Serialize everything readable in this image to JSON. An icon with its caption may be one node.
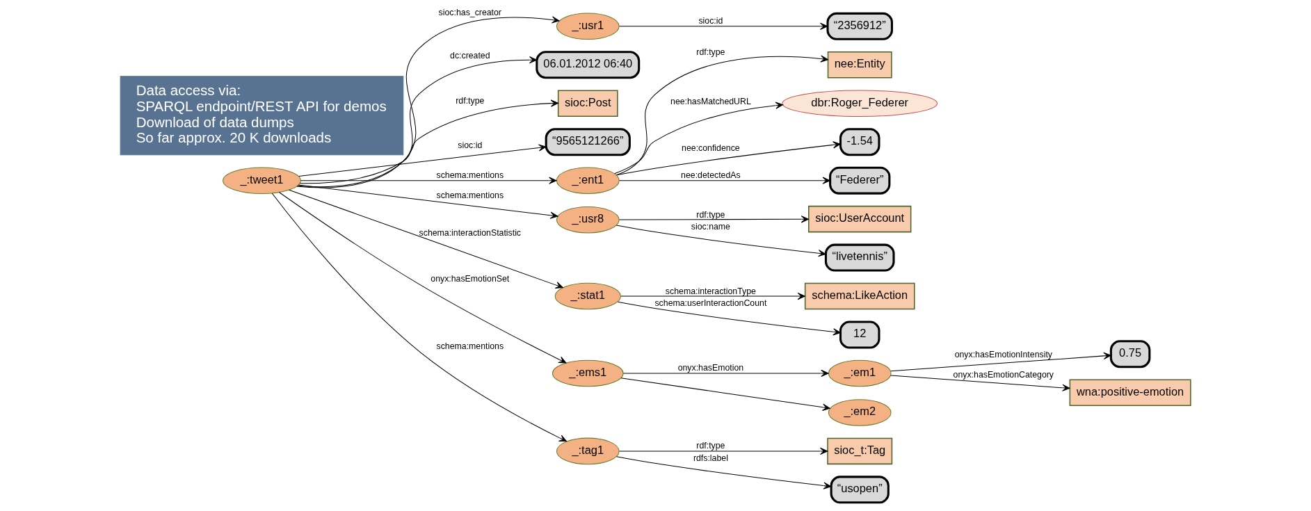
{
  "diagram": {
    "nodes": [
      {
        "text": [
          "“2356912”"
        ]
      },
      {
        "text": [
          "_:usr1"
        ]
      },
      {
        "text": [
          "06.01.2012 06:40"
        ]
      },
      {
        "text": [
          "sioc:Post"
        ]
      },
      {
        "text": [
          "“9565121266”"
        ]
      },
      {
        "text": [
          "_:tweet1"
        ]
      },
      {
        "text": [
          "nee:Entity"
        ]
      },
      {
        "text": [
          "dbr:Roger_Federer"
        ]
      },
      {
        "text": [
          "_:ent1"
        ]
      },
      {
        "text": [
          "-1.54"
        ]
      },
      {
        "text": [
          "“Federer”"
        ]
      },
      {
        "text": [
          "sioc:UserAccount"
        ]
      },
      {
        "text": [
          "_:usr8"
        ]
      },
      {
        "text": [
          "“livetennis”"
        ]
      },
      {
        "text": [
          "_:stat1"
        ]
      },
      {
        "text": [
          "_:ems1"
        ]
      },
      {
        "text": [
          "schema:LikeAction"
        ]
      },
      {
        "text": [
          "sioc_t:Tag"
        ]
      },
      {
        "text": [
          "_:tag1"
        ]
      },
      {
        "text": [
          "“usopen”"
        ]
      },
      {
        "text": [
          "_:em1"
        ]
      },
      {
        "text": [
          "_:em2"
        ]
      },
      {
        "text": [
          "12"
        ]
      },
      {
        "text": [
          "0.75"
        ]
      },
      {
        "text": [
          "wna:positive-emotion"
        ]
      },
      {
        "text": [
          "Data access via:",
          "SPARQL endpoint/REST API for demos",
          "Download of data dumps",
          "So far approx. 20 K downloads"
        ]
      }
    ],
    "edges": [
      {
        "from": 1,
        "to": 0,
        "arrow": "to",
        "label": "sioc:id"
      },
      {
        "from": 5,
        "to": 1,
        "arrow": "to",
        "label": "sioc:has_creator"
      },
      {
        "from": 5,
        "to": 2,
        "arrow": "to",
        "label": "dc:created"
      },
      {
        "from": 5,
        "to": 3,
        "arrow": "to",
        "label": "rdf:type"
      },
      {
        "from": 5,
        "to": 4,
        "arrow": "to",
        "label": "sioc:id"
      },
      {
        "from": 8,
        "to": 6,
        "arrow": "to",
        "label": "rdf:type"
      },
      {
        "from": 8,
        "to": 7,
        "arrow": "to",
        "label": "nee:hasMatchedURL"
      },
      {
        "from": 8,
        "to": 9,
        "arrow": "to",
        "label": "nee:confidence"
      },
      {
        "from": 8,
        "to": 10,
        "arrow": "to",
        "label": "nee:detectedAs"
      },
      {
        "from": 5,
        "to": 8,
        "arrow": "to",
        "label": "schema:mentions"
      },
      {
        "from": 12,
        "to": 11,
        "arrow": "to",
        "label": "rdf:type"
      },
      {
        "from": 5,
        "to": 14,
        "arrow": "to",
        "label": "schema:interactionStatistic"
      },
      {
        "from": 5,
        "to": 12,
        "arrow": "to",
        "label": "schema:mentions"
      },
      {
        "from": 12,
        "to": 13,
        "arrow": "to",
        "label": "sioc:name"
      },
      {
        "from": 5,
        "to": 15,
        "arrow": "to",
        "label": "onyx:hasEmotionSet"
      },
      {
        "from": 14,
        "to": 16,
        "arrow": "to",
        "label": "schema:interactionType"
      },
      {
        "from": 18,
        "to": 17,
        "arrow": "to",
        "label": "rdf:type"
      },
      {
        "from": 15,
        "to": 20,
        "arrow": "to",
        "label": "onyx:hasEmotion"
      },
      {
        "from": 15,
        "to": 21,
        "arrow": "to"
      },
      {
        "from": 5,
        "to": 18,
        "arrow": "to",
        "label": "schema:mentions"
      },
      {
        "from": 18,
        "to": 19,
        "arrow": "to",
        "label": "rdfs:label"
      },
      {
        "from": 14,
        "to": 22,
        "arrow": "to",
        "label": "schema:userInteractionCount"
      },
      {
        "from": 20,
        "to": 23,
        "arrow": "to",
        "label": "onyx:hasEmotionIntensity"
      },
      {
        "from": 20,
        "to": 24,
        "arrow": "to",
        "label": "onyx:hasEmotionCategory"
      }
    ]
  }
}
